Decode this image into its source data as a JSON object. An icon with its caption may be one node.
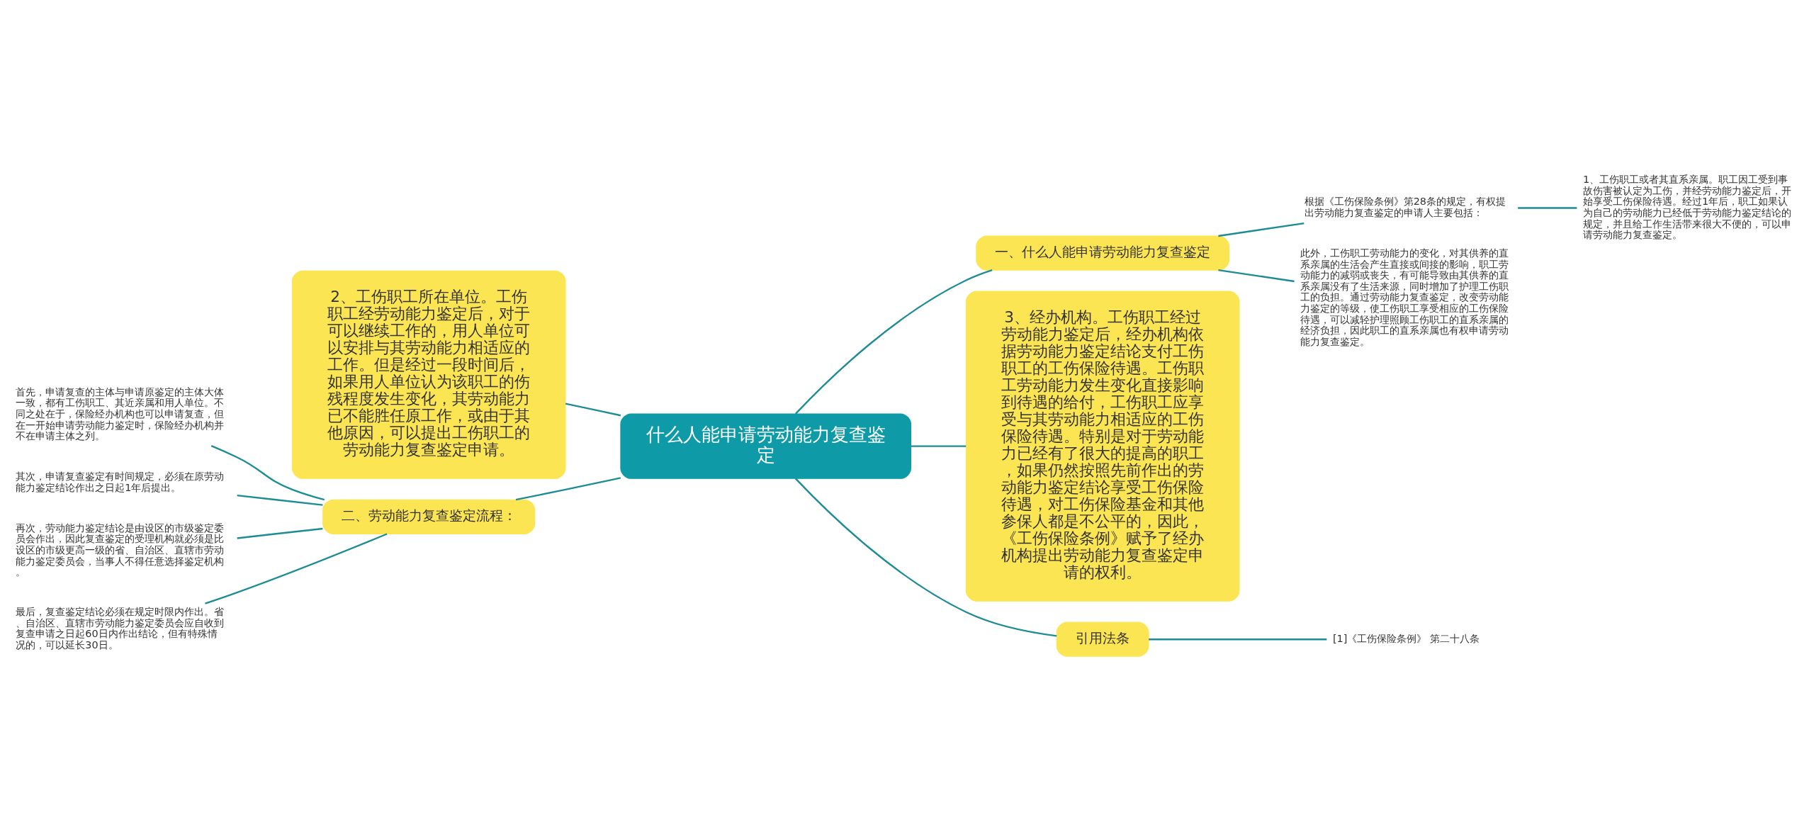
{
  "diagram": {
    "nodes": [
      {
        "text": [
          "什么人能申请劳动能力复查鉴定"
        ]
      },
      {
        "text": [
          "一、什么人能申请劳动能力复查鉴定"
        ]
      },
      {
        "text": [
          "根据《工伤保险条例》第28条的规定，有权提出劳动能力复查鉴定的申请人主要包括："
        ]
      },
      {
        "text": [
          "1、工伤职工或者其直系亲属。职工因工受到事故伤害被认定为工伤，并经劳动能力鉴定后，开始享受工伤保险待遇。经过1年后，职工如果认为自己的劳动能力已经低于劳动能力鉴定结论的规定，并且给工作生活带来很大不便的，可以申请劳动能力复查鉴定。"
        ]
      },
      {
        "text": [
          "此外，工伤职工劳动能力的变化，对其供养的直系亲属的生活会产生直接或间接的影响，职工劳动能力的减弱或丧失，有可能导致由其供养的直系亲属没有了生活来源，同时增加了护理工伤职工的负担。通过劳动能力复查鉴定，改变劳动能力鉴定的等级，使工伤职工享受相应的工伤保险待遇，可以减轻护理照顾工伤职工的直系亲属的经济负担，因此职工的直系亲属也有权申请劳动能力复查鉴定。"
        ]
      },
      {
        "text": [
          "2、工伤职工所在单位。工伤职工经劳动能力鉴定后，对于可以继续工作的，用人单位可以安排与其劳动能力相适应的工作。但是经过一段时间后，如果用人单位认为该职工的伤残程度发生变化，其劳动能力已不能胜任原工作，或由于其他原因，可以提出工伤职工的劳动能力复查鉴定申请。"
        ]
      },
      {
        "text": [
          "3、经办机构。工伤职工经过劳动能力鉴定后，经办机构依据劳动能力鉴定结论支付工伤职工的工伤保险待遇。工伤职工劳动能力发生变化直接影响到待遇的给付，工伤职工应享受与其劳动能力相适应的工伤保险待遇。特别是对于劳动能力已经有了很大的提高的职工，如果仍然按照先前作出的劳动能力鉴定结论享受工伤保险待遇，对工伤保险基金和其他参保人都是不公平的，因此，《工伤保险条例》赋予了经办机构提出劳动能力复查鉴定申请的权利。"
        ]
      },
      {
        "text": [
          "二、劳动能力复查鉴定流程："
        ]
      },
      {
        "text": [
          "首先，申请复查的主体与申请原鉴定的主体大体一致，都有工伤职工、其近亲属和用人单位。不同之处在于，保险经办机构也可以申请复查，但在一开始申请劳动能力鉴定时，保险经办机构并不在申请主体之列。"
        ]
      },
      {
        "text": [
          "其次，申请复查鉴定有时间规定，必须在原劳动能力鉴定结论作出之日起1年后提出。"
        ]
      },
      {
        "text": [
          "再次，劳动能力鉴定结论是由设区的市级鉴定委员会作出，因此复查鉴定的受理机构就必须是比设区的市级更高一级的省、自治区、直辖市劳动能力鉴定委员会，当事人不得任意选择鉴定机构。"
        ]
      },
      {
        "text": [
          "最后，复查鉴定结论必须在规定时限内作出。省、自治区、直辖市劳动能力鉴定委员会应自收到复查申请之日起60日内作出结论，但有特殊情况的，可以延长30日。"
        ]
      },
      {
        "text": [
          "引用法条"
        ]
      },
      {
        "text": [
          "[1]《工伤保险条例》 第二十八条"
        ]
      }
    ],
    "edges": [
      {
        "from": 0,
        "to": 1,
        "arrow": "none"
      },
      {
        "from": 1,
        "to": 2,
        "arrow": "none"
      },
      {
        "from": 2,
        "to": 3,
        "arrow": "none"
      },
      {
        "from": 1,
        "to": 4,
        "arrow": "none"
      },
      {
        "from": 0,
        "to": 5,
        "arrow": "none"
      },
      {
        "from": 0,
        "to": 6,
        "arrow": "none"
      },
      {
        "from": 0,
        "to": 7,
        "arrow": "none"
      },
      {
        "from": 7,
        "to": 8,
        "arrow": "none"
      },
      {
        "from": 7,
        "to": 9,
        "arrow": "none"
      },
      {
        "from": 7,
        "to": 10,
        "arrow": "none"
      },
      {
        "from": 7,
        "to": 11,
        "arrow": "none"
      },
      {
        "from": 0,
        "to": 12,
        "arrow": "none"
      },
      {
        "from": 12,
        "to": 13,
        "arrow": "none"
      }
    ]
  }
}
